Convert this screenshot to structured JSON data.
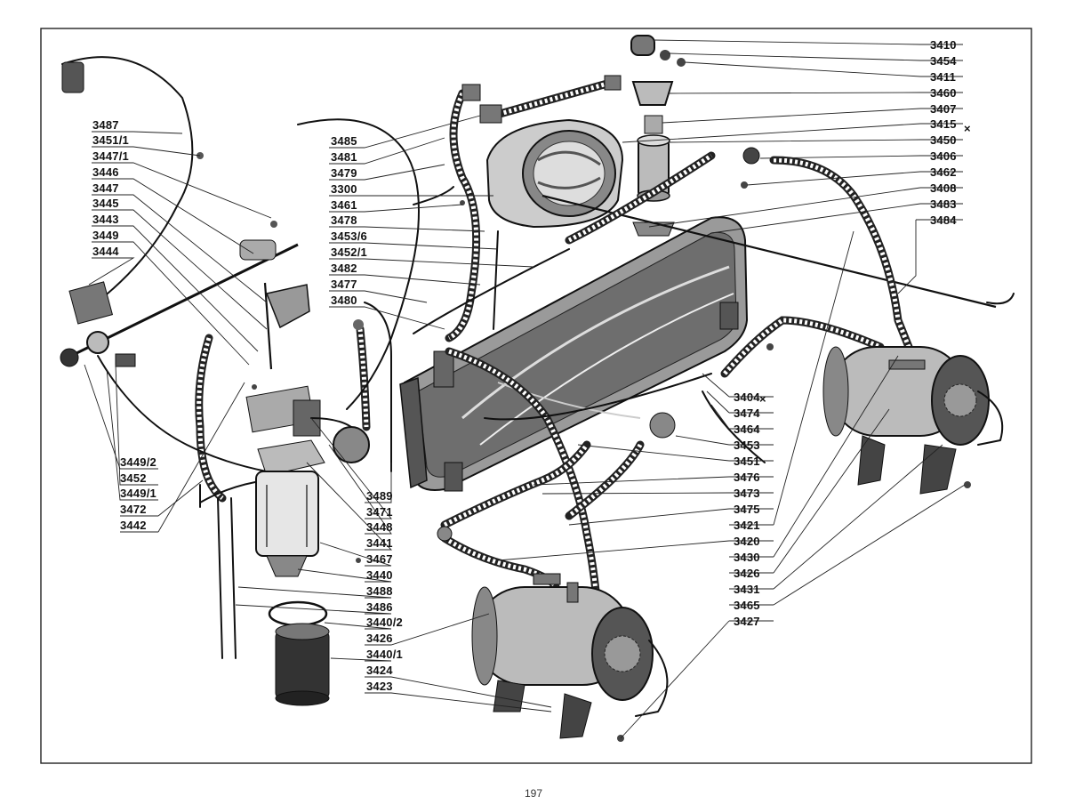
{
  "labels": {
    "r3410": "3410",
    "r3454": "3454",
    "r3411": "3411",
    "r3460": "3460",
    "r3407": "3407",
    "r3415": "3415",
    "r3450": "3450",
    "r3406": "3406",
    "r3462": "3462",
    "r3408": "3408",
    "r3483": "3483",
    "r3484": "3484",
    "r3404": "3404",
    "r3474": "3474",
    "r3464": "3464",
    "r3453": "3453",
    "r3451": "3451",
    "r3476": "3476",
    "r3473": "3473",
    "r3475": "3475",
    "r3421": "3421",
    "r3420": "3420",
    "r3430": "3430",
    "r3426": "3426",
    "r3431": "3431",
    "r3465": "3465",
    "r3427": "3427",
    "m3485": "3485",
    "m3481": "3481",
    "m3479": "3479",
    "m3300": "3300",
    "m3461": "3461",
    "m3478": "3478",
    "m3453_6": "3453/6",
    "m3452_1": "3452/1",
    "m3482": "3482",
    "m3477": "3477",
    "m3480": "3480",
    "l3487": "3487",
    "l3451_1": "3451/1",
    "l3447_1": "3447/1",
    "l3446": "3446",
    "l3447": "3447",
    "l3445": "3445",
    "l3443": "3443",
    "l3449": "3449",
    "l3444": "3444",
    "b3449_2": "3449/2",
    "b3452": "3452",
    "b3449_1": "3449/1",
    "b3472": "3472",
    "b3442": "3442",
    "c3489": "3489",
    "c3471": "3471",
    "c3448": "3448",
    "c3441": "3441",
    "c3467": "3467",
    "c3440": "3440",
    "c3488": "3488",
    "c3486": "3486",
    "c3440_2": "3440/2",
    "c3426": "3426",
    "c3440_1": "3440/1",
    "c3424": "3424",
    "c3423": "3423"
  },
  "marks": {
    "x_mark_1": "×",
    "x_mark_2": "×"
  },
  "page_number": "197"
}
